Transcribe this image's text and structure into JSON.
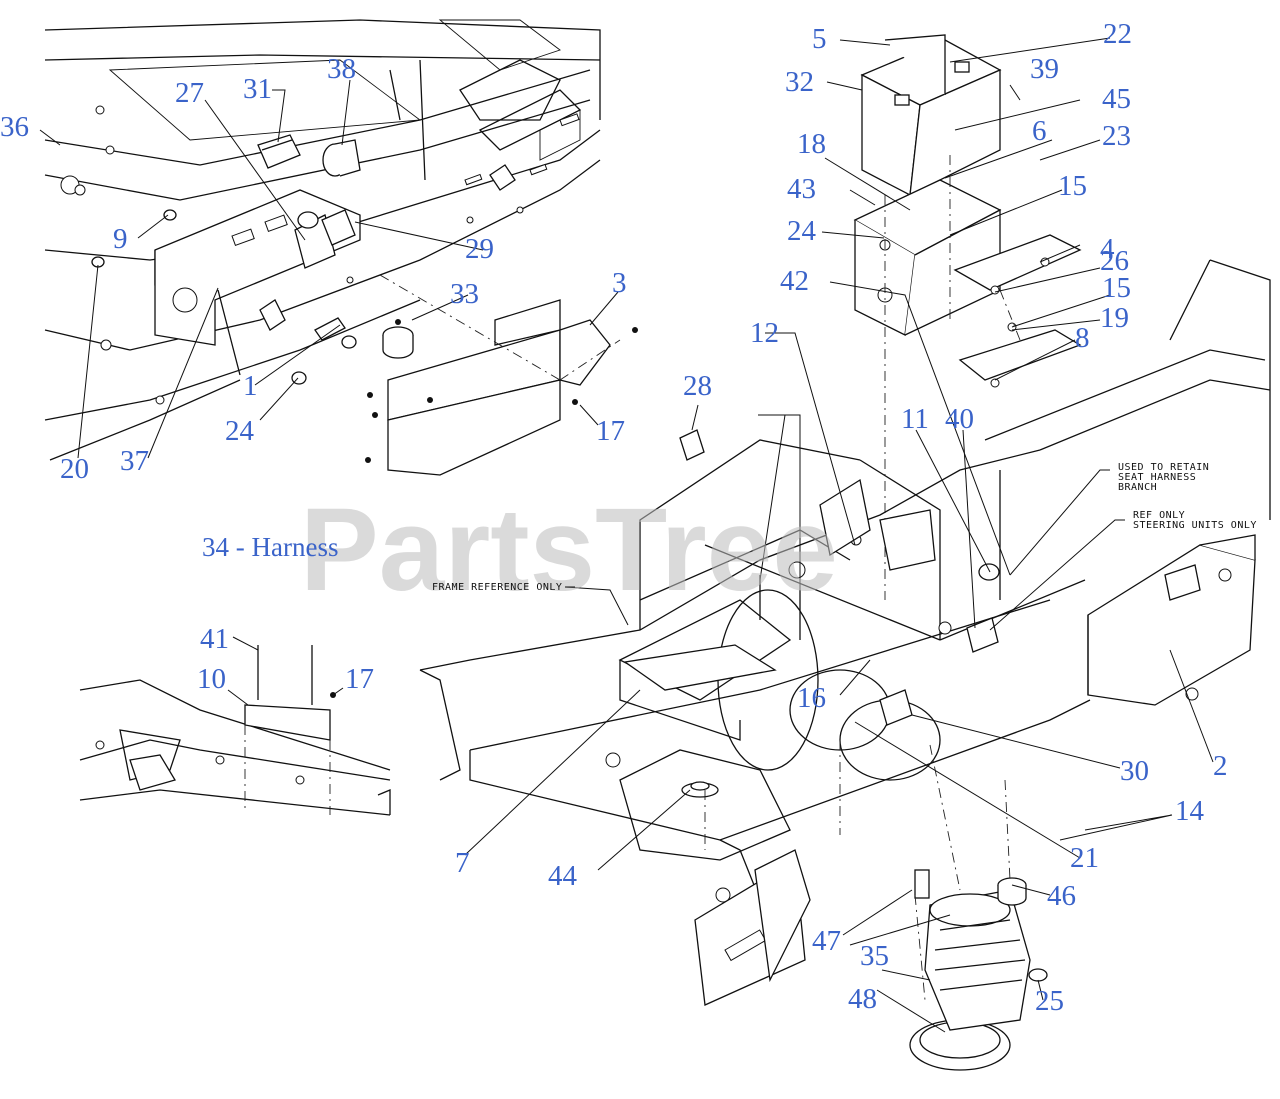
{
  "watermark": "PartsTree",
  "harness_label": "34 - Harness",
  "notes": {
    "frame_reference": "FRAME REFERENCE ONLY",
    "seat_harness": [
      "USED TO RETAIN",
      "SEAT HARNESS",
      "BRANCH"
    ],
    "steering_units": [
      "REF ONLY",
      "STEERING UNITS ONLY"
    ]
  },
  "callouts": {
    "c1": "1",
    "c2": "2",
    "c3": "3",
    "c4": "4",
    "c5": "5",
    "c6": "6",
    "c7": "7",
    "c8": "8",
    "c9": "9",
    "c10": "10",
    "c11": "11",
    "c12": "12",
    "c14": "14",
    "c15a": "15",
    "c15b": "15",
    "c16": "16",
    "c17a": "17",
    "c17b": "17",
    "c18": "18",
    "c19": "19",
    "c20": "20",
    "c21": "21",
    "c22": "22",
    "c23": "23",
    "c24a": "24",
    "c24b": "24",
    "c25": "25",
    "c26": "26",
    "c27": "27",
    "c28": "28",
    "c29": "29",
    "c30": "30",
    "c31": "31",
    "c32": "32",
    "c33": "33",
    "c35": "35",
    "c36": "36",
    "c37": "37",
    "c38": "38",
    "c39": "39",
    "c40": "40",
    "c41": "41",
    "c42": "42",
    "c43": "43",
    "c44": "44",
    "c45": "45",
    "c46": "46",
    "c47": "47",
    "c48": "48"
  },
  "colors": {
    "callout": "#3a63c9",
    "line": "#111111",
    "watermark": "#bdbdbd"
  }
}
